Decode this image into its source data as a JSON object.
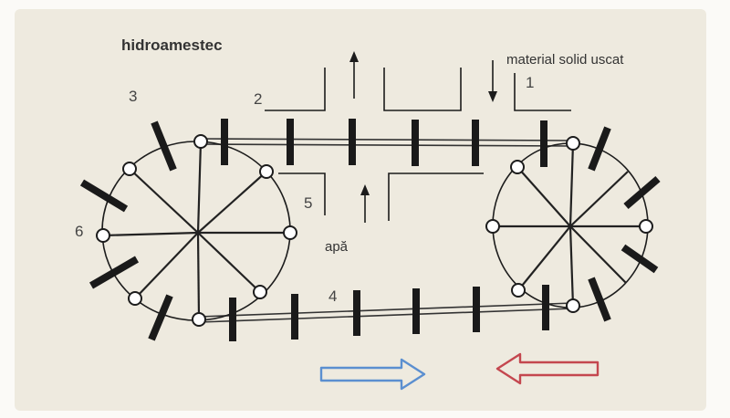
{
  "labels": {
    "title": "hidroamestec",
    "feed": "material solid uscat",
    "water": "apă",
    "n1": "1",
    "n2": "2",
    "n3": "3",
    "n4": "4",
    "n5": "5",
    "n6": "6"
  },
  "colors": {
    "panel": "#eeeadf",
    "ink": "#1c1c1c",
    "arrow_right": "#5b8fd0",
    "arrow_left": "#c4474f"
  }
}
